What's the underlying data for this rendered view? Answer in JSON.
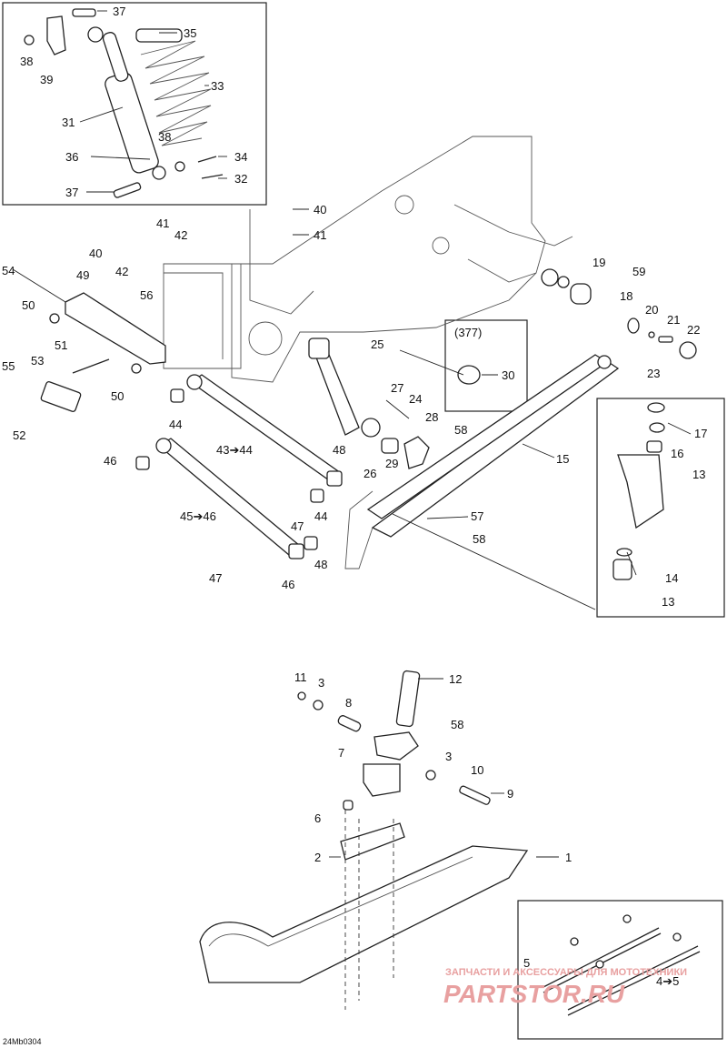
{
  "figure_code": "24Mb0304",
  "kit_label": "(377)",
  "watermark": {
    "line1": "ЗАПЧАСТИ И АКСЕССУАРЫ ДЛЯ МОТОТЕХНИКИ",
    "line2": "PARTSTOR.RU",
    "color": "#e8a0a0"
  },
  "callouts": [
    {
      "id": "c37a",
      "text": "37"
    },
    {
      "id": "c35",
      "text": "35"
    },
    {
      "id": "c38a",
      "text": "38"
    },
    {
      "id": "c39",
      "text": "39"
    },
    {
      "id": "c33",
      "text": "33"
    },
    {
      "id": "c31",
      "text": "31"
    },
    {
      "id": "c38b",
      "text": "38"
    },
    {
      "id": "c36",
      "text": "36"
    },
    {
      "id": "c34",
      "text": "34"
    },
    {
      "id": "c37b",
      "text": "37"
    },
    {
      "id": "c32",
      "text": "32"
    },
    {
      "id": "c40a",
      "text": "40"
    },
    {
      "id": "c41a",
      "text": "41"
    },
    {
      "id": "c41b",
      "text": "41"
    },
    {
      "id": "c40b",
      "text": "40"
    },
    {
      "id": "c42a",
      "text": "42"
    },
    {
      "id": "c42b",
      "text": "42"
    },
    {
      "id": "c54",
      "text": "54"
    },
    {
      "id": "c49",
      "text": "49"
    },
    {
      "id": "c56",
      "text": "56"
    },
    {
      "id": "c50a",
      "text": "50"
    },
    {
      "id": "c51",
      "text": "51"
    },
    {
      "id": "c53",
      "text": "53"
    },
    {
      "id": "c55",
      "text": "55"
    },
    {
      "id": "c50b",
      "text": "50"
    },
    {
      "id": "c52",
      "text": "52"
    },
    {
      "id": "c44a",
      "text": "44"
    },
    {
      "id": "c43",
      "text": "43➔44"
    },
    {
      "id": "c46a",
      "text": "46"
    },
    {
      "id": "c45",
      "text": "45➔46"
    },
    {
      "id": "c47a",
      "text": "47"
    },
    {
      "id": "c44b",
      "text": "44"
    },
    {
      "id": "c48a",
      "text": "48"
    },
    {
      "id": "c47b",
      "text": "47"
    },
    {
      "id": "c46b",
      "text": "46"
    },
    {
      "id": "c48b",
      "text": "48"
    },
    {
      "id": "c25",
      "text": "25"
    },
    {
      "id": "c27",
      "text": "27"
    },
    {
      "id": "c24",
      "text": "24"
    },
    {
      "id": "c28",
      "text": "28"
    },
    {
      "id": "c58a",
      "text": "58"
    },
    {
      "id": "c26",
      "text": "26"
    },
    {
      "id": "c29",
      "text": "29"
    },
    {
      "id": "c57",
      "text": "57"
    },
    {
      "id": "c58b",
      "text": "58"
    },
    {
      "id": "c15",
      "text": "15"
    },
    {
      "id": "c30",
      "text": "30"
    },
    {
      "id": "c19",
      "text": "19"
    },
    {
      "id": "c59",
      "text": "59"
    },
    {
      "id": "c18",
      "text": "18"
    },
    {
      "id": "c20",
      "text": "20"
    },
    {
      "id": "c21",
      "text": "21"
    },
    {
      "id": "c22",
      "text": "22"
    },
    {
      "id": "c23",
      "text": "23"
    },
    {
      "id": "c17",
      "text": "17"
    },
    {
      "id": "c16",
      "text": "16"
    },
    {
      "id": "c13a",
      "text": "13"
    },
    {
      "id": "c14",
      "text": "14"
    },
    {
      "id": "c13b",
      "text": "13"
    },
    {
      "id": "c11",
      "text": "11"
    },
    {
      "id": "c3a",
      "text": "3"
    },
    {
      "id": "c12",
      "text": "12"
    },
    {
      "id": "c8",
      "text": "8"
    },
    {
      "id": "c58c",
      "text": "58"
    },
    {
      "id": "c7",
      "text": "7"
    },
    {
      "id": "c3b",
      "text": "3"
    },
    {
      "id": "c10",
      "text": "10"
    },
    {
      "id": "c9",
      "text": "9"
    },
    {
      "id": "c6",
      "text": "6"
    },
    {
      "id": "c2",
      "text": "2"
    },
    {
      "id": "c1",
      "text": "1"
    },
    {
      "id": "c5a",
      "text": "5"
    },
    {
      "id": "c45b",
      "text": "4➔5"
    }
  ]
}
